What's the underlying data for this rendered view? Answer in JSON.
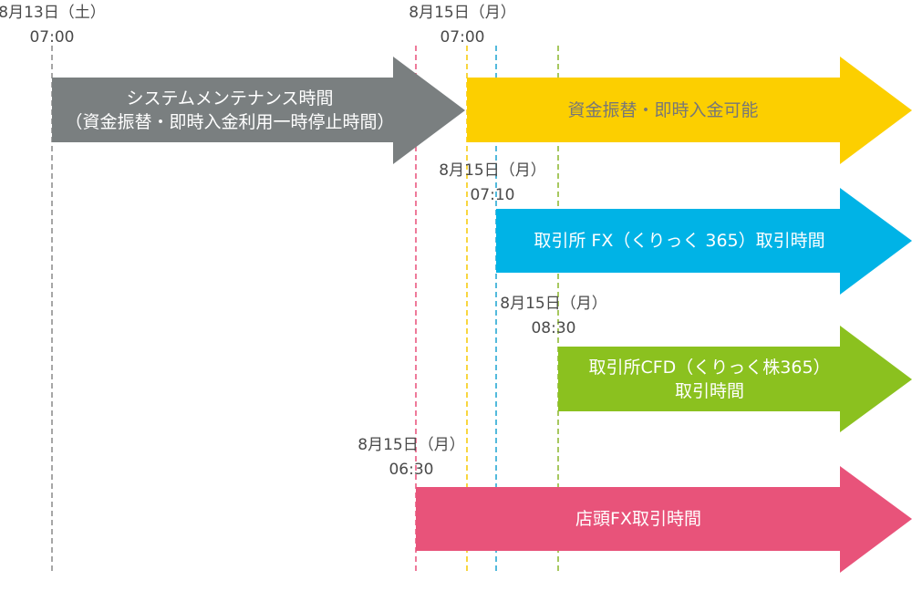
{
  "markers": [
    {
      "date": "8月13日（土）",
      "time": "07:00",
      "color": "#888888"
    },
    {
      "date": "8月15日（月）",
      "time": "07:00",
      "color": "#f5c800"
    },
    {
      "date": "8月15日（月）",
      "time": "07:10",
      "color": "#1aa3d1"
    },
    {
      "date": "8月15日（月）",
      "time": "08:30",
      "color": "#8ab62a"
    },
    {
      "date": "8月15日（月）",
      "time": "06:30",
      "color": "#e84e78"
    }
  ],
  "arrows": [
    {
      "line1": "システムメンテナンス時間",
      "line2": "（資金振替・即時入金利用一時停止時間）",
      "color": "#7a7f80"
    },
    {
      "line1": "資金振替・即時入金可能",
      "line2": "",
      "color": "#fccf00"
    },
    {
      "line1": "取引所 FX（くりっく 365）取引時間",
      "line2": "",
      "color": "#00b3e6"
    },
    {
      "line1": "取引所CFD（くりっく株365）",
      "line2": "取引時間",
      "color": "#8bc11f"
    },
    {
      "line1": "店頭FX取引時間",
      "line2": "",
      "color": "#e8537a"
    }
  ]
}
